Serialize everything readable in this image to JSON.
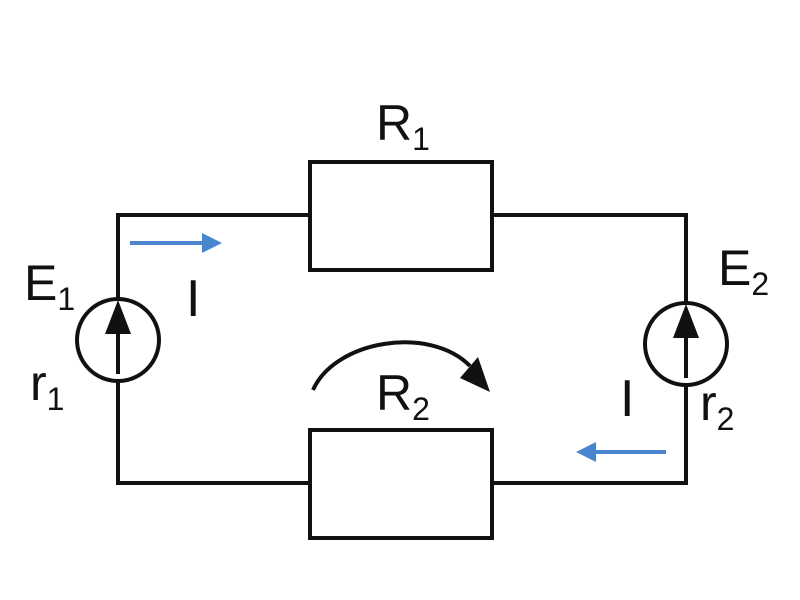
{
  "labels": {
    "R1": {
      "main": "R",
      "sub": "1"
    },
    "R2": {
      "main": "R",
      "sub": "2"
    },
    "E1": {
      "main": "E",
      "sub": "1"
    },
    "E2": {
      "main": "E",
      "sub": "2"
    },
    "r1": {
      "main": "r",
      "sub": "1"
    },
    "r2": {
      "main": "r",
      "sub": "2"
    },
    "I_top": "I",
    "I_bottom": "I"
  },
  "colors": {
    "wire": "#111111",
    "current_arrow": "#4a86d0"
  },
  "icons": {
    "source_arrow": "up-arrow-icon",
    "loop_direction": "curved-arrow-icon"
  }
}
